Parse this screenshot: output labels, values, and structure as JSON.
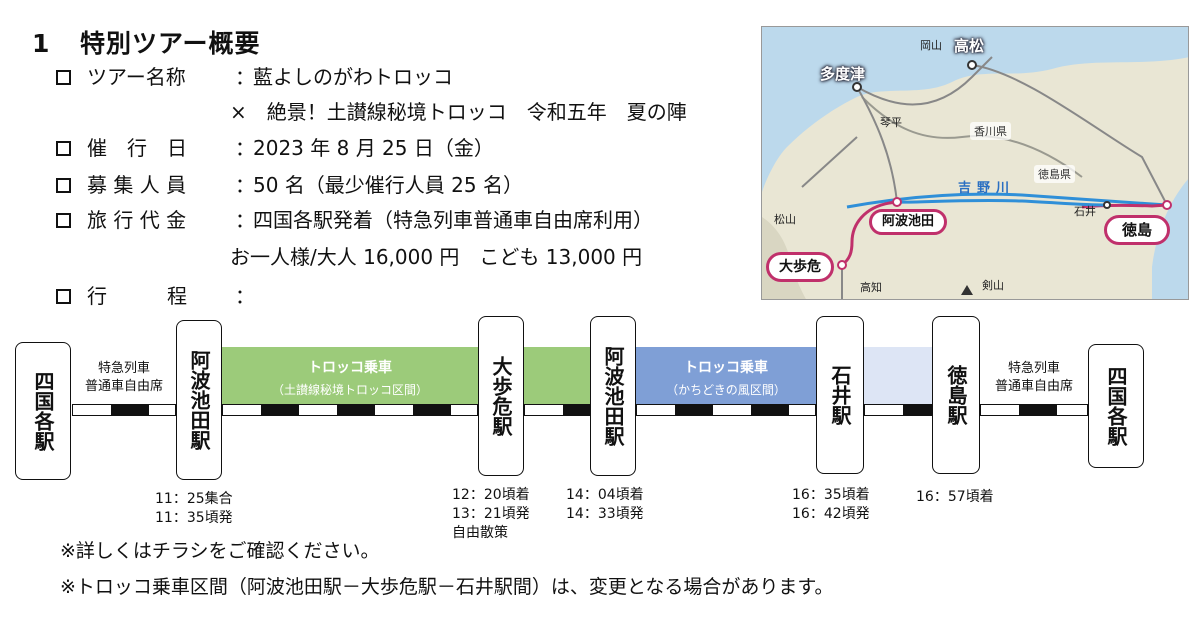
{
  "heading": {
    "number": "1",
    "title": "特別ツアー概要"
  },
  "info": {
    "tour_name": {
      "label": "ツアー名称",
      "value": "藍よしのがわトロッコ",
      "value2": "×　絶景！土讃線秘境トロッコ　令和五年　夏の陣"
    },
    "date": {
      "label": "催　行　日",
      "value": "2023 年 8 月 25 日（金）"
    },
    "capacity": {
      "label": "募 集 人 員",
      "value": "50 名（最少催行人員 25 名）"
    },
    "price": {
      "label": "旅 行 代 金",
      "value": "四国各駅発着（特急列車普通車自由席利用）",
      "value2": "お一人様/大人 16,000 円　こども 13,000 円"
    },
    "itinerary": {
      "label": "行　　　程"
    },
    "colon": "："
  },
  "map": {
    "cities": [
      "岡山",
      "高松",
      "多度津",
      "琴平",
      "松山",
      "高知",
      "石井",
      "剣山"
    ],
    "prefectures": [
      "香川県",
      "徳島県"
    ],
    "river": "吉野川",
    "stations": [
      "阿波池田",
      "大歩危",
      "徳島"
    ],
    "colors": {
      "route_main": "#c0306b",
      "route_blue": "#2f8fd8",
      "land": "#e9e6d4",
      "sea": "#bcd9ec"
    }
  },
  "route": {
    "stations": [
      "四国各駅",
      "阿波池田駅",
      "大歩危駅",
      "阿波池田駅",
      "石井駅",
      "徳島駅",
      "四国各駅"
    ],
    "express_label": [
      "特急列車",
      "普通車自由席"
    ],
    "trolley1": {
      "title": "トロッコ乗車",
      "subtitle": "（土讃線秘境トロッコ区間）",
      "color": "#9ccb7a"
    },
    "trolley2": {
      "title": "トロッコ乗車",
      "subtitle": "（かちどきの風区間）",
      "color": "#7f9fd6"
    },
    "light_band_color": "#dde5f5",
    "times": {
      "ikeda1": [
        "11：25集合",
        "11：35頃発"
      ],
      "oboke": [
        "12：20頃着",
        "13：21頃発",
        "自由散策"
      ],
      "ikeda2": [
        "14：04頃着",
        "14：33頃発"
      ],
      "ishii": [
        "16：35頃着",
        "16：42頃発"
      ],
      "tokushima": [
        "16：57頃着"
      ]
    }
  },
  "notes": [
    "※詳しくはチラシをご確認ください。",
    "※トロッコ乗車区間（阿波池田駅－大歩危駅－石井駅間）は、変更となる場合があります。"
  ]
}
